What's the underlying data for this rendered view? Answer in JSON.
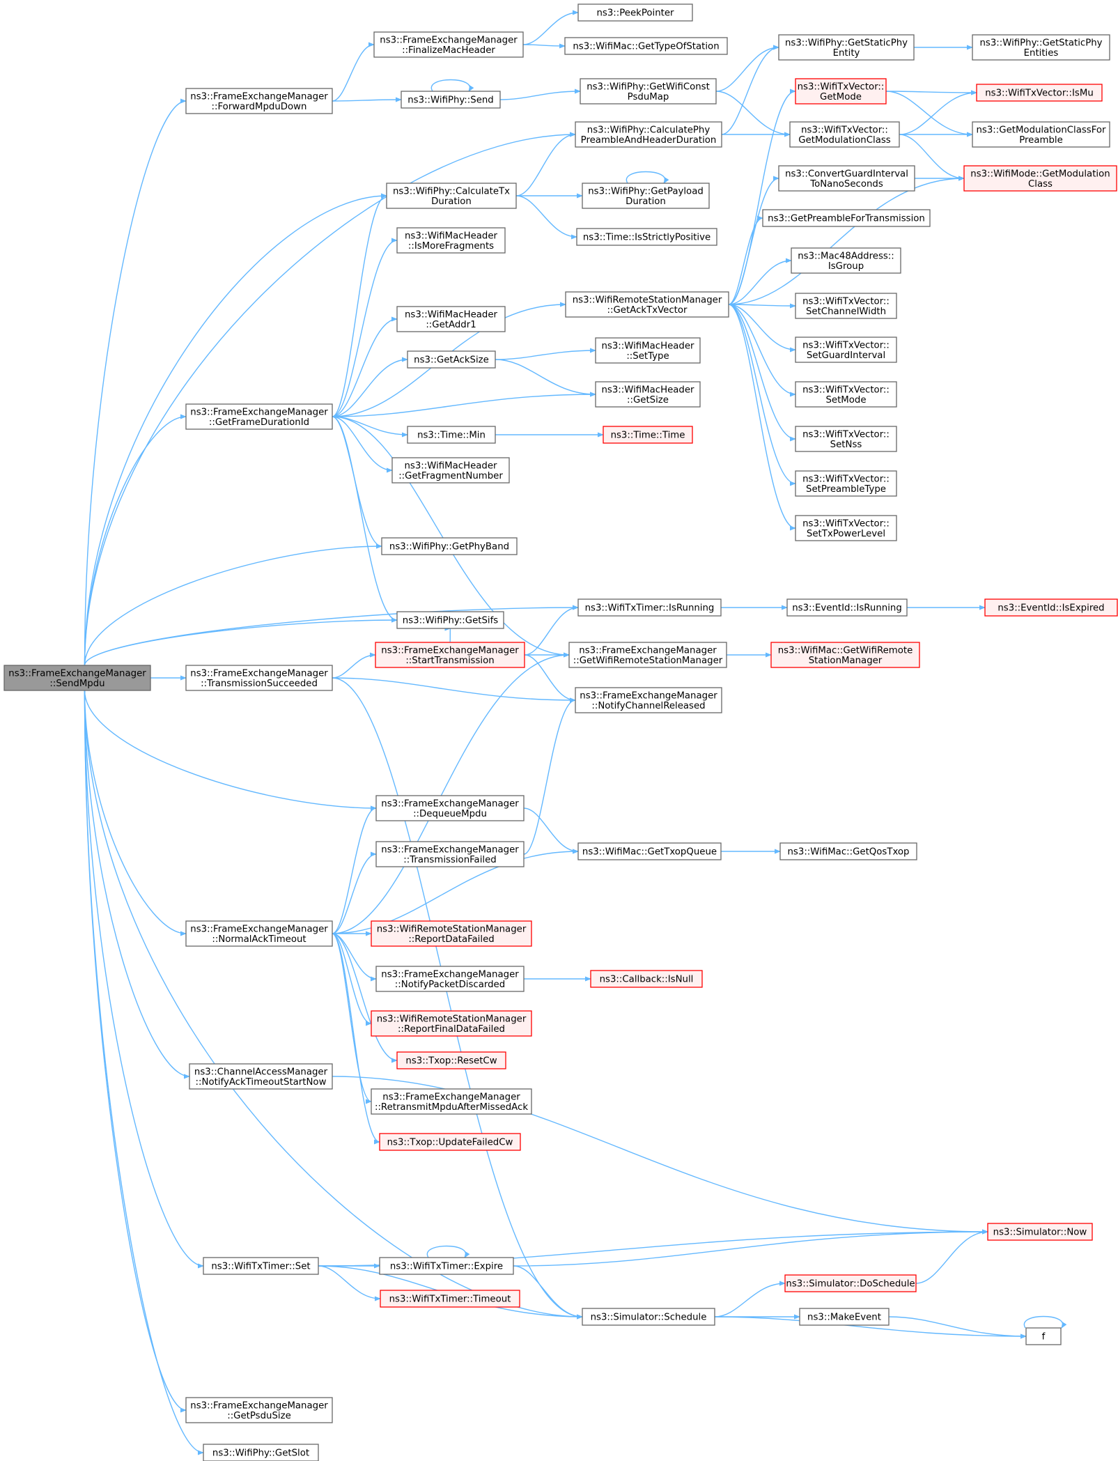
{
  "nodes": {
    "root": {
      "lines": [
        "ns3::FrameExchangeManager",
        "::SendMpdu"
      ],
      "style": "root"
    },
    "fwd": {
      "lines": [
        "ns3::FrameExchangeManager",
        "::ForwardMpduDown"
      ],
      "style": "normal"
    },
    "fin": {
      "lines": [
        "ns3::FrameExchangeManager",
        "::FinalizeMacHeader"
      ],
      "style": "normal"
    },
    "peek": {
      "lines": [
        "ns3::PeekPointer"
      ],
      "style": "normal"
    },
    "gtos": {
      "lines": [
        "ns3::WifiMac::GetTypeOfStation"
      ],
      "style": "normal"
    },
    "send": {
      "lines": [
        "ns3::WifiPhy::Send"
      ],
      "style": "normal"
    },
    "gwcp": {
      "lines": [
        "ns3::WifiPhy::GetWifiConst",
        "PsduMap"
      ],
      "style": "normal"
    },
    "gspe": {
      "lines": [
        "ns3::WifiPhy::GetStaticPhy",
        "Entity"
      ],
      "style": "normal"
    },
    "gspes": {
      "lines": [
        "ns3::WifiPhy::GetStaticPhy",
        "Entities"
      ],
      "style": "normal"
    },
    "cpah": {
      "lines": [
        "ns3::WifiPhy::CalculatePhy",
        "PreambleAndHeaderDuration"
      ],
      "style": "normal"
    },
    "tgm": {
      "lines": [
        "ns3::WifiTxVector::",
        "GetMode"
      ],
      "style": "red"
    },
    "ismu": {
      "lines": [
        "ns3::WifiTxVector::IsMu"
      ],
      "style": "red"
    },
    "tgmc": {
      "lines": [
        "ns3::WifiTxVector::",
        "GetModulationClass"
      ],
      "style": "normal"
    },
    "gmcp": {
      "lines": [
        "ns3::GetModulationClassFor",
        "Preamble"
      ],
      "style": "normal"
    },
    "wmgmc": {
      "lines": [
        "ns3::WifiMode::GetModulation",
        "Class"
      ],
      "style": "red"
    },
    "cgi": {
      "lines": [
        "ns3::ConvertGuardInterval",
        "ToNanoSeconds"
      ],
      "style": "normal"
    },
    "gpft": {
      "lines": [
        "ns3::GetPreambleForTransmission"
      ],
      "style": "normal"
    },
    "ctd": {
      "lines": [
        "ns3::WifiPhy::CalculateTx",
        "Duration"
      ],
      "style": "normal"
    },
    "gpd": {
      "lines": [
        "ns3::WifiPhy::GetPayload",
        "Duration"
      ],
      "style": "normal"
    },
    "tisp": {
      "lines": [
        "ns3::Time::IsStrictlyPositive"
      ],
      "style": "normal"
    },
    "imf": {
      "lines": [
        "ns3::WifiMacHeader",
        "::IsMoreFragments"
      ],
      "style": "normal"
    },
    "igrp": {
      "lines": [
        "ns3::Mac48Address::",
        "IsGroup"
      ],
      "style": "normal"
    },
    "gatv": {
      "lines": [
        "ns3::WifiRemoteStationManager",
        "::GetAckTxVector"
      ],
      "style": "normal"
    },
    "scw": {
      "lines": [
        "ns3::WifiTxVector::",
        "SetChannelWidth"
      ],
      "style": "normal"
    },
    "ga1": {
      "lines": [
        "ns3::WifiMacHeader",
        "::GetAddr1"
      ],
      "style": "normal"
    },
    "sgi": {
      "lines": [
        "ns3::WifiTxVector::",
        "SetGuardInterval"
      ],
      "style": "normal"
    },
    "gas": {
      "lines": [
        "ns3::GetAckSize"
      ],
      "style": "normal"
    },
    "stype": {
      "lines": [
        "ns3::WifiMacHeader",
        "::SetType"
      ],
      "style": "normal"
    },
    "smode": {
      "lines": [
        "ns3::WifiTxVector::",
        "SetMode"
      ],
      "style": "normal"
    },
    "gfdi": {
      "lines": [
        "ns3::FrameExchangeManager",
        "::GetFrameDurationId"
      ],
      "style": "normal"
    },
    "gsize": {
      "lines": [
        "ns3::WifiMacHeader",
        "::GetSize"
      ],
      "style": "normal"
    },
    "snss": {
      "lines": [
        "ns3::WifiTxVector::",
        "SetNss"
      ],
      "style": "normal"
    },
    "tmin": {
      "lines": [
        "ns3::Time::Min"
      ],
      "style": "normal"
    },
    "ttime": {
      "lines": [
        "ns3::Time::Time"
      ],
      "style": "red"
    },
    "gfn": {
      "lines": [
        "ns3::WifiMacHeader",
        "::GetFragmentNumber"
      ],
      "style": "normal"
    },
    "spt": {
      "lines": [
        "ns3::WifiTxVector::",
        "SetPreambleType"
      ],
      "style": "normal"
    },
    "stpl": {
      "lines": [
        "ns3::WifiTxVector::",
        "SetTxPowerLevel"
      ],
      "style": "normal"
    },
    "gpb": {
      "lines": [
        "ns3::WifiPhy::GetPhyBand"
      ],
      "style": "normal"
    },
    "tir": {
      "lines": [
        "ns3::WifiTxTimer::IsRunning"
      ],
      "style": "normal"
    },
    "eir": {
      "lines": [
        "ns3::EventId::IsRunning"
      ],
      "style": "normal"
    },
    "eie": {
      "lines": [
        "ns3::EventId::IsExpired"
      ],
      "style": "red"
    },
    "gsifs": {
      "lines": [
        "ns3::WifiPhy::GetSifs"
      ],
      "style": "normal"
    },
    "tsucc": {
      "lines": [
        "ns3::FrameExchangeManager",
        "::TransmissionSucceeded"
      ],
      "style": "normal"
    },
    "stx": {
      "lines": [
        "ns3::FrameExchangeManager",
        "::StartTransmission"
      ],
      "style": "red"
    },
    "gwrsm": {
      "lines": [
        "ns3::FrameExchangeManager",
        "::GetWifiRemoteStationManager"
      ],
      "style": "normal"
    },
    "wgwrsm": {
      "lines": [
        "ns3::WifiMac::GetWifiRemote",
        "StationManager"
      ],
      "style": "red"
    },
    "ncr": {
      "lines": [
        "ns3::FrameExchangeManager",
        "::NotifyChannelReleased"
      ],
      "style": "normal"
    },
    "deq": {
      "lines": [
        "ns3::FrameExchangeManager",
        "::DequeueMpdu"
      ],
      "style": "normal"
    },
    "tfail": {
      "lines": [
        "ns3::FrameExchangeManager",
        "::TransmissionFailed"
      ],
      "style": "normal"
    },
    "gtq": {
      "lines": [
        "ns3::WifiMac::GetTxopQueue"
      ],
      "style": "normal"
    },
    "gqt": {
      "lines": [
        "ns3::WifiMac::GetQosTxop"
      ],
      "style": "normal"
    },
    "nat": {
      "lines": [
        "ns3::FrameExchangeManager",
        "::NormalAckTimeout"
      ],
      "style": "normal"
    },
    "rdf": {
      "lines": [
        "ns3::WifiRemoteStationManager",
        "::ReportDataFailed"
      ],
      "style": "red"
    },
    "npd": {
      "lines": [
        "ns3::FrameExchangeManager",
        "::NotifyPacketDiscarded"
      ],
      "style": "normal"
    },
    "cbn": {
      "lines": [
        "ns3::Callback::IsNull"
      ],
      "style": "red"
    },
    "rfdf": {
      "lines": [
        "ns3::WifiRemoteStationManager",
        "::ReportFinalDataFailed"
      ],
      "style": "red"
    },
    "rcw": {
      "lines": [
        "ns3::Txop::ResetCw"
      ],
      "style": "red"
    },
    "cam": {
      "lines": [
        "ns3::ChannelAccessManager",
        "::NotifyAckTimeoutStartNow"
      ],
      "style": "normal"
    },
    "rmma": {
      "lines": [
        "ns3::FrameExchangeManager",
        "::RetransmitMpduAfterMissedAck"
      ],
      "style": "normal"
    },
    "ufcw": {
      "lines": [
        "ns3::Txop::UpdateFailedCw"
      ],
      "style": "red"
    },
    "snow": {
      "lines": [
        "ns3::Simulator::Now"
      ],
      "style": "red"
    },
    "tset": {
      "lines": [
        "ns3::WifiTxTimer::Set"
      ],
      "style": "normal"
    },
    "texp": {
      "lines": [
        "ns3::WifiTxTimer::Expire"
      ],
      "style": "normal"
    },
    "tto": {
      "lines": [
        "ns3::WifiTxTimer::Timeout"
      ],
      "style": "red"
    },
    "sds": {
      "lines": [
        "ns3::Simulator::DoSchedule"
      ],
      "style": "red"
    },
    "ssch": {
      "lines": [
        "ns3::Simulator::Schedule"
      ],
      "style": "normal"
    },
    "mev": {
      "lines": [
        "ns3::MakeEvent"
      ],
      "style": "normal"
    },
    "f": {
      "lines": [
        "f"
      ],
      "style": "normal"
    },
    "gpsz": {
      "lines": [
        "ns3::FrameExchangeManager",
        "::GetPsduSize"
      ],
      "style": "normal"
    },
    "gslot": {
      "lines": [
        "ns3::WifiPhy::GetSlot"
      ],
      "style": "normal"
    }
  },
  "colors": {
    "edge": "#63b8ff",
    "node_border": "#666666",
    "node_fill": "#ffffff",
    "red_border": "#ff0000",
    "red_fill": "#fff0f0",
    "root_fill": "#999999",
    "root_border": "#666666"
  }
}
